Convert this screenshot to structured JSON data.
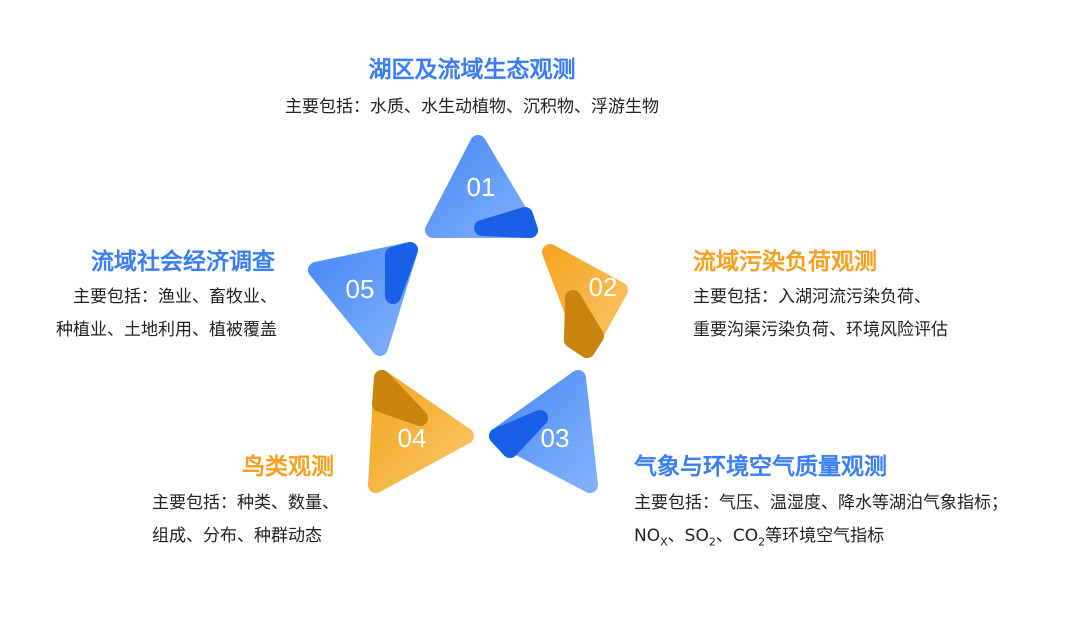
{
  "items": [
    {
      "num": "01",
      "title": "湖区及流域生态观测",
      "lines": [
        "主要包括：水质、水生动植物、沉积物、浮游生物"
      ],
      "color": "blue"
    },
    {
      "num": "02",
      "title": "流域污染负荷观测",
      "lines": [
        "主要包括：入湖河流污染负荷、",
        "重要沟渠污染负荷、环境风险评估"
      ],
      "color": "orange"
    },
    {
      "num": "03",
      "title": "气象与环境空气质量观测",
      "lines": [
        "主要包括：气压、温湿度、降水等湖泊气象指标；"
      ],
      "line2": {
        "a": "NO",
        "a_sub": "X",
        "b": "、SO",
        "b_sub": "2",
        "c": "、CO",
        "c_sub": "2",
        "d": "等环境空气指标"
      },
      "color": "blue"
    },
    {
      "num": "04",
      "title": "鸟类观测",
      "lines": [
        "主要包括：种类、数量、",
        "组成、分布、种群动态"
      ],
      "color": "orange"
    },
    {
      "num": "05",
      "title": "流域社会经济调查",
      "lines": [
        "主要包括：渔业、畜牧业、",
        "种植业、土地利用、植被覆盖"
      ],
      "color": "blue"
    }
  ],
  "colors": {
    "blue": "#3a7ef5",
    "orange": "#f5a020"
  }
}
